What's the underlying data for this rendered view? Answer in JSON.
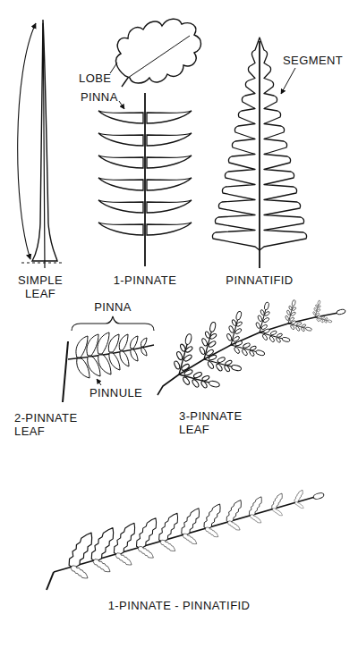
{
  "diagram": {
    "labels": [
      "LOBE",
      "PINNA",
      "SEGMENT",
      "SIMPLE LEAF",
      "1-PINNATE",
      "PINNATIFID",
      "PINNA",
      "PINNULE",
      "2-PINNATE LEAF",
      "3-PINNATE LEAF",
      "1-PINNATE - PINNATIFID"
    ]
  }
}
